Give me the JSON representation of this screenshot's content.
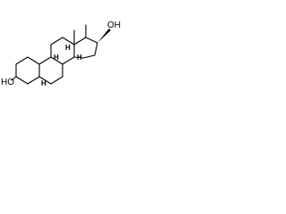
{
  "labels": {
    "oh_left": "HO",
    "oh_right": "OH",
    "h_c9": "H",
    "h_c8": "H",
    "h_c14": "H",
    "h_c5": "H"
  },
  "colors": {
    "ink": "#000000",
    "background": "#ffffff"
  }
}
